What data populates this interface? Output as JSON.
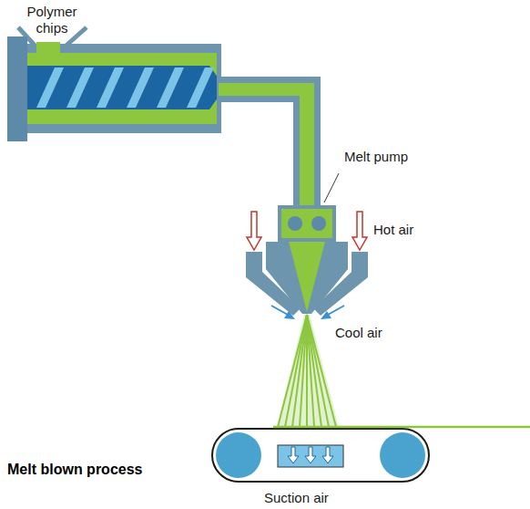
{
  "diagram": {
    "title": "Melt blown process",
    "labels": [
      "Polymer chips",
      "Melt pump",
      "Hot air",
      "Cool air",
      "Suction air"
    ]
  }
}
